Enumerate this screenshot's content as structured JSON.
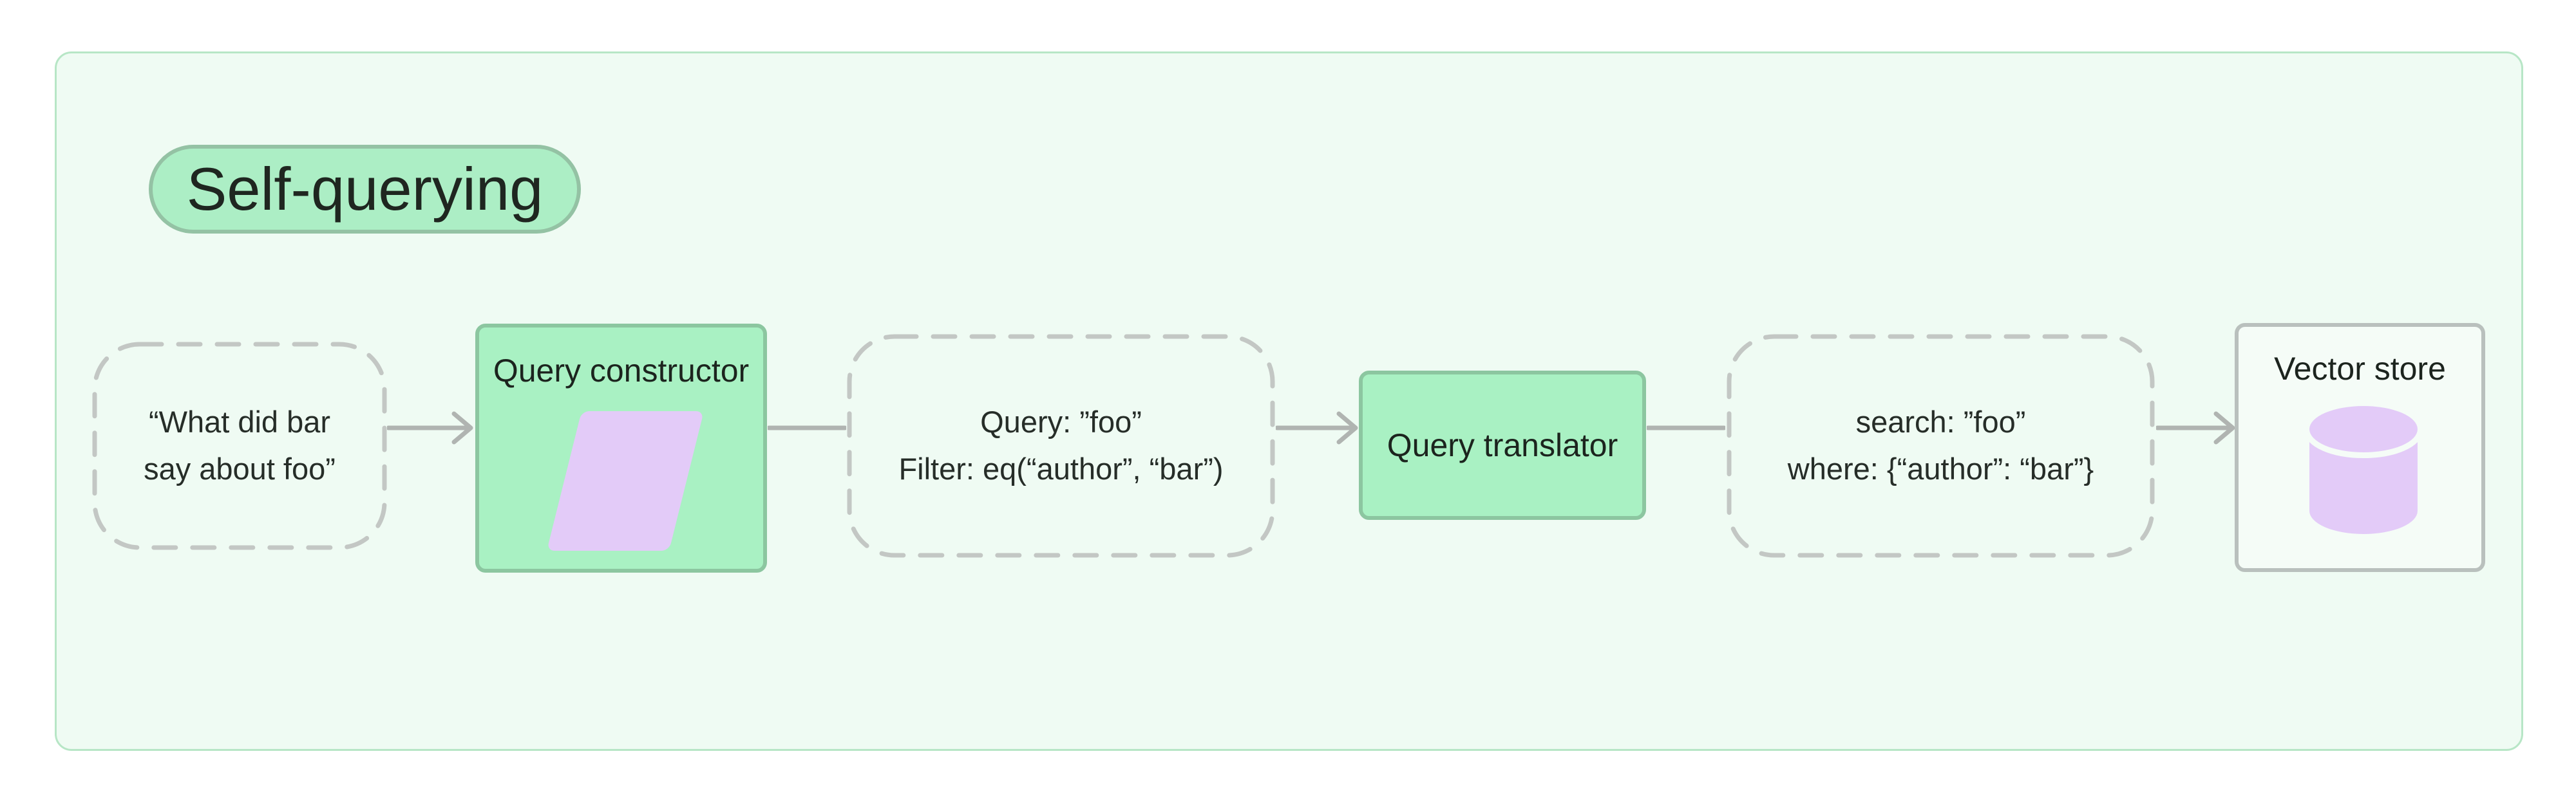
{
  "diagram": {
    "title": "Self-querying",
    "input_node": {
      "line1": "“What did bar",
      "line2": "say about foo”"
    },
    "query_constructor": {
      "label": "Query constructor"
    },
    "structured_query_node": {
      "line1": "Query: ”foo”",
      "line2": "Filter: eq(“author”, “bar”)"
    },
    "query_translator": {
      "label": "Query translator"
    },
    "translated_query_node": {
      "line1": "search: ”foo”",
      "line2": "where: {“author”: “bar”}"
    },
    "vector_store": {
      "label": "Vector store",
      "icon": "database-icon"
    },
    "colors": {
      "canvas_bg": "#effbf3",
      "canvas_border": "#b7e6c6",
      "pill_bg": "#aceec5",
      "pill_border": "#94c2a4",
      "box_bg": "#a9f1c3",
      "box_border": "#8cc6a0",
      "dashed_border": "#c3c7c4",
      "connector": "#b0b4b1",
      "purple_accent": "#e3cbf8",
      "store_border": "#b9c0bd",
      "text": "#222a25"
    }
  }
}
